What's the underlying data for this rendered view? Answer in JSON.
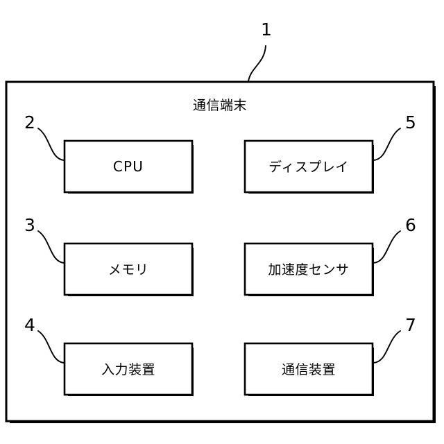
{
  "figure": {
    "kind": "patent-block-diagram",
    "language": "ja",
    "background_color": "#ffffff",
    "line_color": "#000000",
    "frame": {
      "title": "通信端末",
      "reference_numeral": "1"
    },
    "modules": [
      {
        "id": "cpu",
        "label": "CPU",
        "reference_numeral": "2",
        "column": "left",
        "row": 1,
        "script": "latin"
      },
      {
        "id": "display",
        "label": "ディスプレイ",
        "reference_numeral": "5",
        "column": "right",
        "row": 1,
        "script": "japanese"
      },
      {
        "id": "memory",
        "label": "メモリ",
        "reference_numeral": "3",
        "column": "left",
        "row": 2,
        "script": "japanese"
      },
      {
        "id": "acceleration-sensor",
        "label": "加速度センサ",
        "reference_numeral": "6",
        "column": "right",
        "row": 2,
        "script": "japanese"
      },
      {
        "id": "input-device",
        "label": "入力装置",
        "reference_numeral": "4",
        "column": "left",
        "row": 3,
        "script": "japanese"
      },
      {
        "id": "communication-device",
        "label": "通信装置",
        "reference_numeral": "7",
        "column": "right",
        "row": 3,
        "script": "japanese"
      }
    ]
  }
}
